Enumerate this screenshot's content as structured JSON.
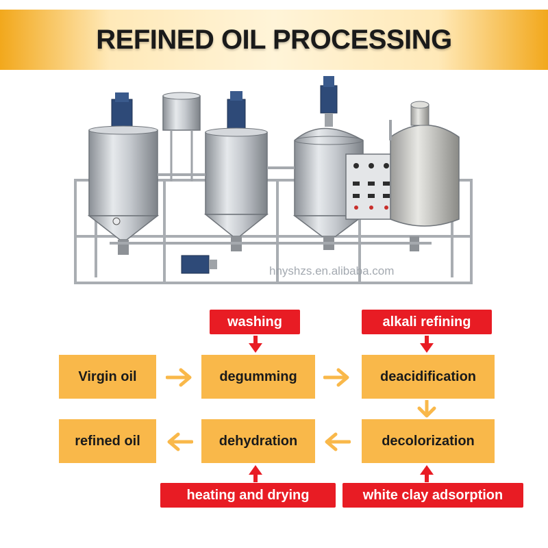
{
  "header": {
    "title": "REFINED OIL PROCESSING"
  },
  "photo": {
    "watermark_url": "hnyshzs.en.alibaba.com"
  },
  "flow": {
    "virgin_oil": "Virgin oil",
    "degumming": "degumming",
    "deacidification": "deacidification",
    "refined_oil": "refined oil",
    "dehydration": "dehydration",
    "decolorization": "decolorization"
  },
  "inputs": {
    "washing": "washing",
    "alkali_refining": "alkali refining",
    "heating_and_drying": "heating and drying",
    "white_clay_adsorption": "white clay adsorption"
  },
  "colors": {
    "process_box": "#f9b84a",
    "input_label": "#e81c24",
    "flow_arrow": "#f9b84a",
    "input_arrow": "#e81c24"
  }
}
